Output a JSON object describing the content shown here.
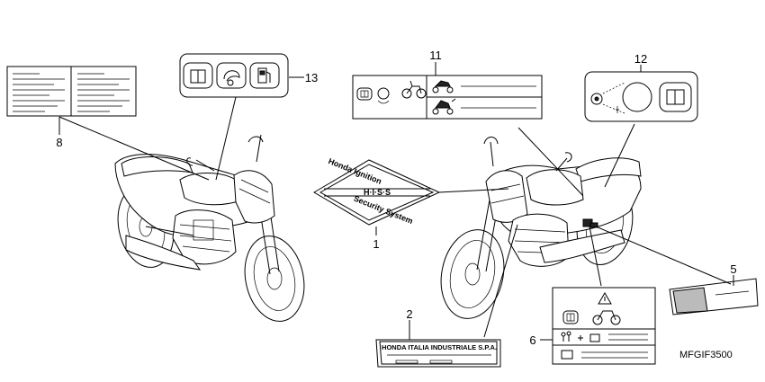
{
  "diagram_code": "MFGIF3500",
  "callouts": {
    "c1": "1",
    "c2": "2",
    "c5": "5",
    "c6": "6",
    "c8": "8",
    "c11": "11",
    "c12": "12",
    "c13": "13"
  },
  "labels": {
    "hiss_top": "Honda Ignition",
    "hiss_mid": "H·I·S·S",
    "hiss_bottom": "Security System",
    "plate_text": "HONDA ITALIA INDUSTRIALE S.P.A."
  }
}
